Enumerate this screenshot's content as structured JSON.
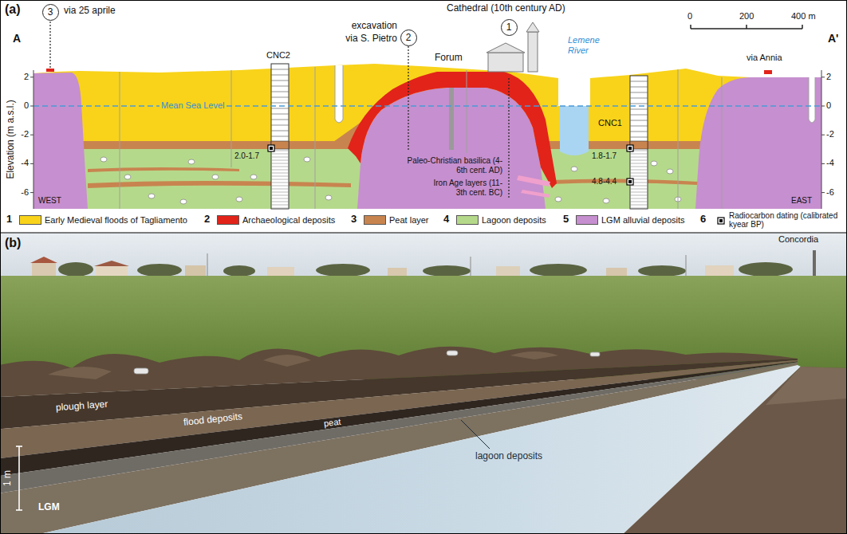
{
  "diagram": {
    "nodes": [
      {
        "text": [
          "3"
        ]
      },
      {
        "text": [
          "2"
        ]
      },
      {
        "text": [
          "1"
        ]
      }
    ],
    "labels": [
      "(a)",
      "A",
      "A'",
      "via 25 aprile",
      "excavation",
      "via S. Pietro",
      "Cathedral (10th century AD)",
      "Forum",
      "Lemene River",
      "0",
      "200",
      "400 m",
      "CNC2",
      "CNC1",
      "via Annia",
      "Mean Sea Level",
      "2.0-1.7",
      "1.8-1.7",
      "4.8-4.4",
      "Paleo-Christian basilica (4-6th cent. AD)",
      "Iron Age layers (11-3th cent. BC)",
      "Elevation (m a.s.l.)",
      "2",
      "0",
      "-2",
      "-4",
      "-6",
      "2",
      "0",
      "-2",
      "-4",
      "-6",
      "WEST",
      "EAST",
      "1",
      "2",
      "3",
      "4",
      "5",
      "6",
      "(b)",
      "Concordia",
      "plough layer",
      "flood deposits",
      "peat",
      "lagoon deposits",
      "LGM",
      "1 m"
    ],
    "legend": [
      {
        "text": "Early Medieval floods of Tagliamento",
        "color": "#f8d31a"
      },
      {
        "text": "Archaeological deposits",
        "color": "#e2231a"
      },
      {
        "text": "Peat layer",
        "color": "#c8844f"
      },
      {
        "text": "Lagoon deposits",
        "color": "#b5d98a"
      },
      {
        "text": "LGM alluvial deposits",
        "color": "#c68fcf"
      },
      {
        "text": "Radiocarbon dating (calibrated kyear BP)"
      }
    ]
  }
}
